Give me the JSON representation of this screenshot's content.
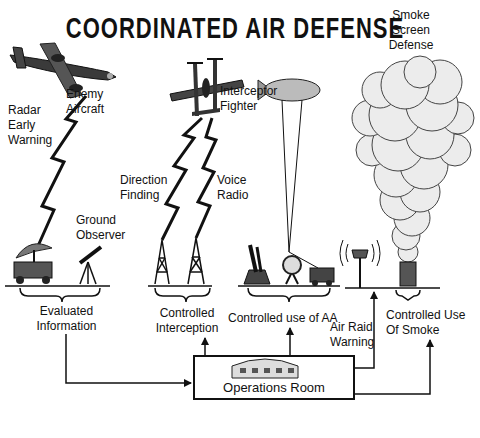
{
  "diagram": {
    "title": "COORDINATED AIR DEFENSE",
    "nodes": [
      {
        "text": [
          "Operations Room"
        ]
      }
    ],
    "labels": [
      "Smoke Screen Defense",
      "Enemy Aircraft",
      "Interceptor Fighter",
      "Radar Early Warning",
      "Direction Finding",
      "Voice Radio",
      "Ground Observer",
      "Evaluated Information",
      "Controlled Interception",
      "Controlled use of AA",
      "Air Raid Warning",
      "Controlled Use Of Smoke"
    ]
  }
}
